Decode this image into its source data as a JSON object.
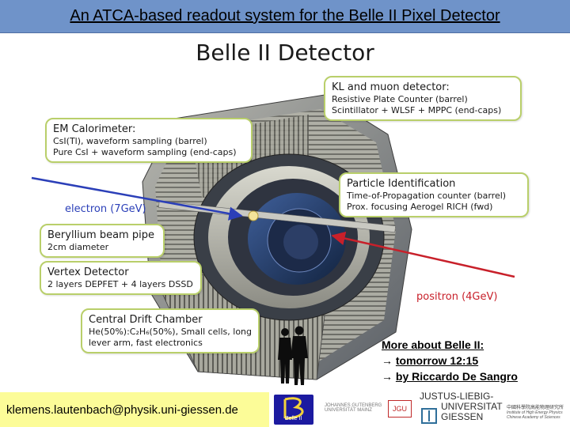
{
  "header": {
    "title": "An ATCA-based readout system for the Belle II Pixel Detector"
  },
  "slide": {
    "heading": "Belle II Detector",
    "callouts": {
      "klm": {
        "title": "KL and muon detector:",
        "lines": [
          "Resistive Plate Counter (barrel)",
          "Scintillator + WLSF + MPPC (end-caps)"
        ]
      },
      "ecl": {
        "title": "EM Calorimeter:",
        "lines": [
          "CsI(Tl), waveform sampling (barrel)",
          "Pure CsI + waveform sampling (end-caps)"
        ]
      },
      "pid": {
        "title": "Particle Identification",
        "lines": [
          "Time-of-Propagation counter (barrel)",
          "Prox. focusing Aerogel RICH (fwd)"
        ]
      },
      "beampipe": {
        "title": "Beryllium beam pipe",
        "lines": [
          "2cm diameter"
        ]
      },
      "vxd": {
        "title": "Vertex Detector",
        "lines": [
          "2 layers DEPFET + 4 layers DSSD"
        ]
      },
      "cdc": {
        "title": "Central Drift Chamber",
        "lines": [
          "He(50%):C₂H₆(50%), Small cells, long",
          "lever arm,  fast electronics"
        ]
      }
    },
    "beams": {
      "electron": {
        "label": "electron  (7GeV)",
        "color": "#2b3fb8"
      },
      "positron": {
        "label": "positron (4GeV)",
        "color": "#c8202a"
      }
    },
    "more": {
      "title": "More about Belle II:",
      "arrow": "→",
      "line1": "tomorrow 12:15",
      "line2": "by Riccardo De Sangro"
    }
  },
  "footer": {
    "email": "klemens.lautenbach@physik.uni-giessen.de",
    "logos": {
      "belle": "Belle II",
      "mainz_top": "JOHANNES GUTENBERG",
      "mainz_bottom": "UNIVERSITÄT MAINZ",
      "jgu": "JGU",
      "giessen_1": "JUSTUS-LIEBIG-",
      "giessen_2": "UNIVERSITAT",
      "giessen_3": "GIESSEN",
      "ihep_cn": "中國科學院高能物理研究所",
      "ihep_en1": "Institute of High Energy Physics",
      "ihep_en2": "Chinese Academy of Sciences"
    }
  },
  "colors": {
    "title_bar": "#6f93c9",
    "callout_border": "#b9cf6a",
    "email_bg": "#fcfc98"
  }
}
